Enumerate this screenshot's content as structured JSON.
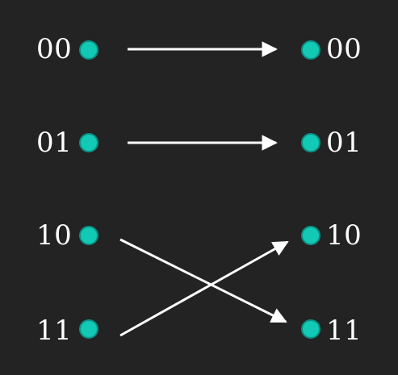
{
  "colors": {
    "background": "#232323",
    "node": "#12c9b5",
    "arrow": "#ffffff",
    "text": "#ffffff"
  },
  "inputs": [
    {
      "label": "00"
    },
    {
      "label": "01"
    },
    {
      "label": "10"
    },
    {
      "label": "11"
    }
  ],
  "outputs": [
    {
      "label": "00"
    },
    {
      "label": "01"
    },
    {
      "label": "10"
    },
    {
      "label": "11"
    }
  ],
  "mapping": [
    {
      "from": "00",
      "to": "00"
    },
    {
      "from": "01",
      "to": "01"
    },
    {
      "from": "10",
      "to": "11"
    },
    {
      "from": "11",
      "to": "10"
    }
  ]
}
